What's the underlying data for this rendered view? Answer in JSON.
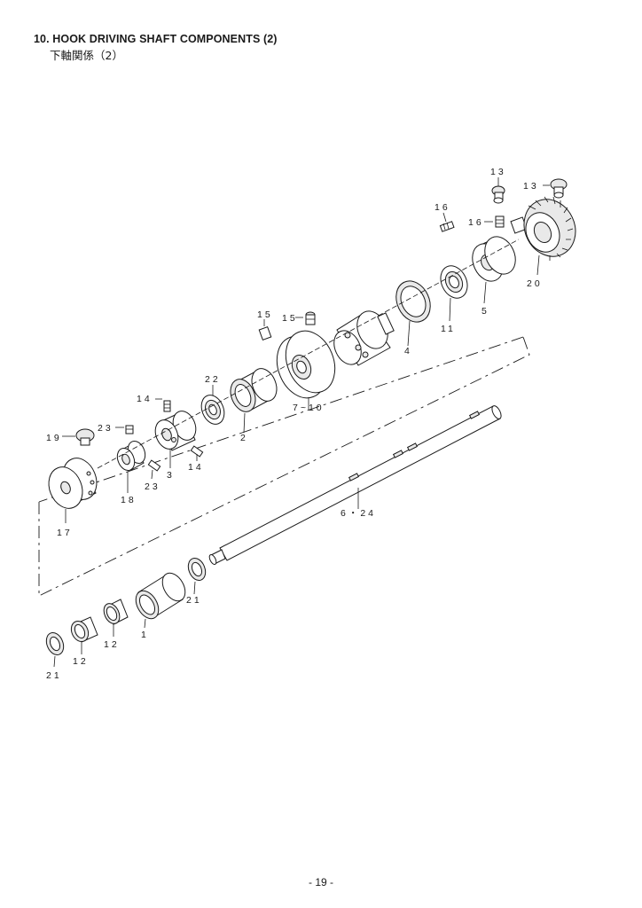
{
  "header": {
    "title": "10. HOOK DRIVING SHAFT COMPONENTS (2)",
    "subtitle": "下軸関係（2）"
  },
  "labels": {
    "p13a": "13",
    "p13b": "13",
    "p16a": "16",
    "p16b": "16",
    "p20": "20",
    "p5": "5",
    "p11": "11",
    "p4": "4",
    "p15a": "15",
    "p15b": "15",
    "p7_10": "7~10",
    "p22": "22",
    "p2": "2",
    "p14a": "14",
    "p14b": "14",
    "p23a": "23",
    "p23b": "23",
    "p19": "19",
    "p3": "3",
    "p18": "18",
    "p17": "17",
    "p6_24": "6・24",
    "p21a": "21",
    "p1": "1",
    "p12a": "12",
    "p12b": "12",
    "p21b": "21"
  },
  "footer": {
    "page_number": "- 19 -"
  }
}
